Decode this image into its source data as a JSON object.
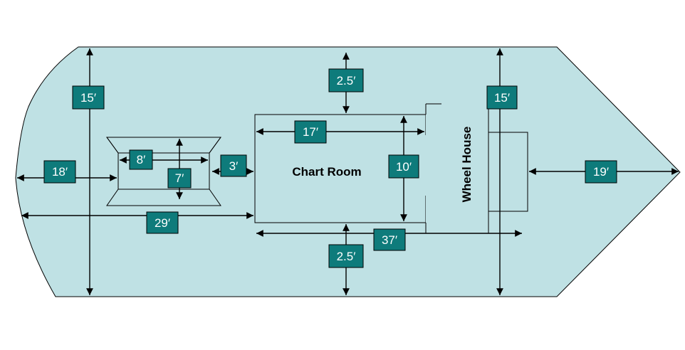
{
  "colors": {
    "deck_fill": "#bfe1e4",
    "label_fill": "#0e7b7b",
    "line": "#000000",
    "room_fill": "#bfe1e4"
  },
  "rooms": {
    "chart_room": "Chart Room",
    "wheel_house": "Wheel House"
  },
  "dimensions": {
    "d15_left": "15′",
    "d18": "18′",
    "d8": "8′",
    "d7": "7′",
    "d3": "3′",
    "d29": "29′",
    "d2_5_top": "2.5′",
    "d17": "17′",
    "d10": "10′",
    "d37": "37′",
    "d2_5_bottom": "2.5′",
    "d15_right": "15′",
    "d19": "19′"
  }
}
